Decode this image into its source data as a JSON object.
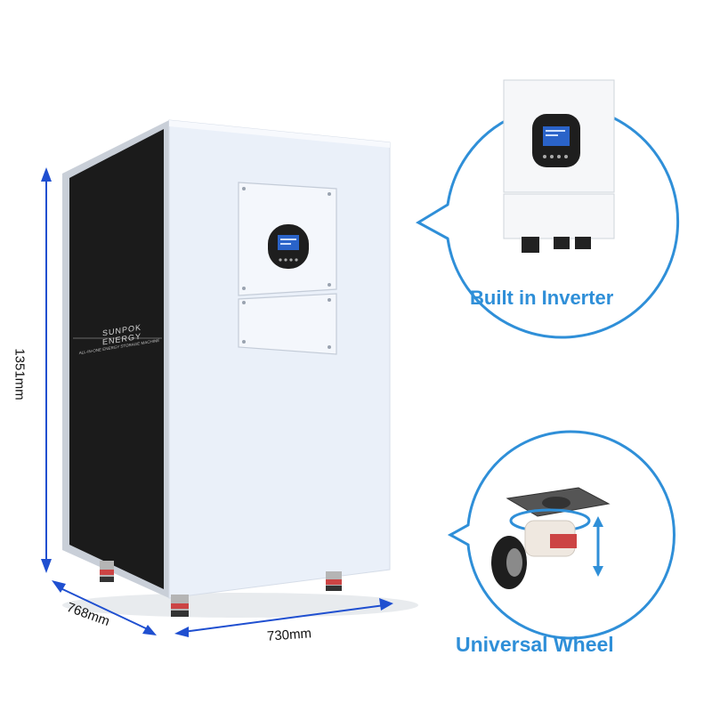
{
  "product": {
    "brand_text": "SUNPOK ENERGY",
    "tagline_text": "ALL-IN-ONE ENERGY STORAGE MACHINE"
  },
  "dimensions": {
    "height_label": "1351mm",
    "depth_label": "768mm",
    "width_label": "730mm"
  },
  "callouts": {
    "inverter_label": "Built in Inverter",
    "wheel_label": "Universal Wheel"
  },
  "colors": {
    "accent_blue": "#2f8fd8",
    "arrow_blue": "#1f4fd0",
    "cabinet_white": "#eef3fb",
    "panel_black": "#1b1b1b"
  }
}
